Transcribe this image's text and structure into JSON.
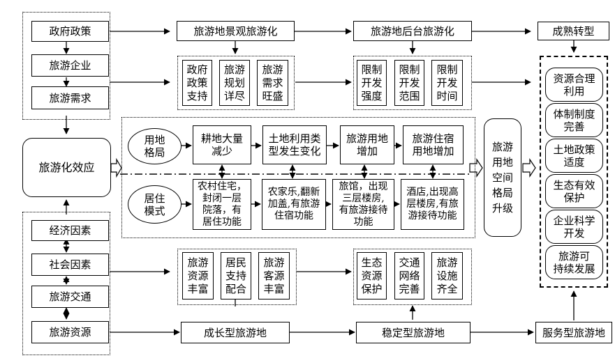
{
  "left_top": [
    "政府政策",
    "旅游企业",
    "旅游需求"
  ],
  "left_bottom": [
    "经济因素",
    "社会因素",
    "旅游交通",
    "旅游资源"
  ],
  "tourismification_effect": "旅游化效应",
  "row1": {
    "landscape": "旅游地景观旅游化",
    "backstage": "旅游地后台旅游化",
    "mature": "成熟转型"
  },
  "row2": {
    "group1": [
      "政府\n政策\n支持",
      "旅游\n规划\n详尽",
      "旅游\n需求\n旺盛"
    ],
    "group2": [
      "限制\n开发\n强度",
      "限制\n开发\n范围",
      "限制\n开发\n时间"
    ]
  },
  "middle": {
    "land_pattern": "用地\n格局",
    "land_steps": [
      "耕地大量\n减少",
      "土地利用类\n型发生变化",
      "旅游用地\n增加",
      "旅游住宿\n用地增加"
    ],
    "living_mode": "居住\n模式",
    "living_steps": [
      "农村住宅，\n封闭一层\n院落，有\n居住功能",
      "农家乐,翻新\n加盖,有旅游\n住宿功能",
      "旅馆，出现\n三层楼房,\n有旅游接待\n功能",
      "酒店,出现高\n层楼房,有旅\n游接待功能"
    ]
  },
  "upgrade": "旅游\n用地\n空间\n格局\n升级",
  "right_list": [
    "资源合理\n利用",
    "体制制度\n完善",
    "土地政策\n适度",
    "生态有效\n保护",
    "企业科学\n开发",
    "旅游可\n持续发展"
  ],
  "row4": {
    "group1": [
      "旅游\n资源\n丰富",
      "居民\n支持\n配合",
      "旅游\n客源\n丰富"
    ],
    "group2": [
      "生态\n资源\n保护",
      "交通\n网络\n完善",
      "旅游\n设施\n齐全"
    ]
  },
  "row5": {
    "growth": "成长型旅游地",
    "stable": "稳定型旅游地",
    "service": "服务型旅游地"
  }
}
